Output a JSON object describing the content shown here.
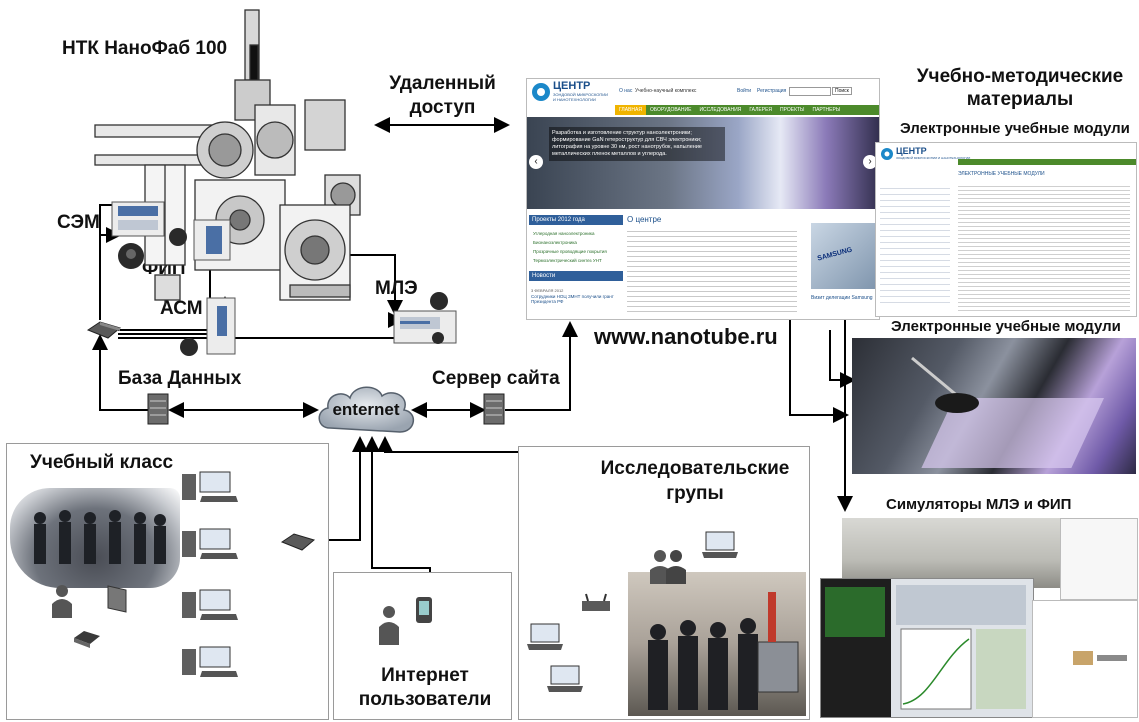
{
  "labels": {
    "ntk": "НТК НаноФаб 100",
    "remote_access_line1": "Удаленный",
    "remote_access_line2": "доступ",
    "sem": "СЭМ",
    "fip": "ФИП",
    "asm": "АСМ",
    "mle": "МЛЭ",
    "database": "База Данных",
    "site_server": "Сервер сайта",
    "internet": "enternet",
    "classroom": "Учебный класс",
    "research_line1": "Исследовательские",
    "research_line2": "групы",
    "inet_users_line1": "Интернет",
    "inet_users_line2": "пользователи",
    "url": "www.nanotube.ru",
    "edu_materials_line1": "Учебно-методические",
    "edu_materials_line2": "материалы",
    "edu_modules_1": "Электронные учебные модули",
    "edu_modules_2": "Электронные учебные модули",
    "simulators": "Симуляторы МЛЭ и ФИП"
  },
  "website": {
    "logo_line1": "ЦЕНТР",
    "logo_line2": "ЗОНДОВОЙ МИКРОСКОПИИ",
    "logo_line3": "И НАНОТЕХНОЛОГИИ",
    "top_links": [
      "О нас",
      "Учебно-научный комплекс"
    ],
    "login": "Войти",
    "register": "Регистрация",
    "search_button": "Поиск",
    "nav": [
      "ГЛАВНАЯ",
      "ОБОРУДОВАНИЕ",
      "ИССЛЕДОВАНИЯ",
      "ГАЛЕРЕЯ",
      "ПРОЕКТЫ",
      "ПАРТНЕРЫ"
    ],
    "banner_text": "Разработка и изготовление структур наноэлектроники; формирование GaN гетероструктур для СВЧ электроники; литография на уровне 30 нм, рост нанотрубок, напыление металлических пленок металлов и углерода.",
    "projects_title": "Проекты 2012 года",
    "projects": [
      "Углеродная наноэлектроника",
      "Бионаноэлектроника",
      "Прозрачные проводящие покрытия",
      "Термоэлектрический синтез УНТ"
    ],
    "news_title": "Новости",
    "news_date": "3 ФЕВРАЛЯ 2012",
    "news_headline": "Сотрудники НОЦ ЗМНТ получили грант Президента РФ",
    "about_title": "О центре",
    "ad_brand": "SAMSUNG",
    "visit_title": "Визит делегации Samsung"
  },
  "module_page": {
    "logo_line1": "ЦЕНТР",
    "logo_line2": "ЗОНДОВОЙ МИКРОСКОПИИ И НАНОТЕХНОЛОГИИ",
    "heading": "ЭЛЕКТРОННЫЕ УЧЕБНЫЕ МОДУЛИ"
  },
  "colors": {
    "brand_blue": "#1b4f8a",
    "nav_green": "#4c8a2b",
    "nav_active": "#f0b400",
    "wire": "#000000",
    "cloud": "#b9c2cc"
  }
}
